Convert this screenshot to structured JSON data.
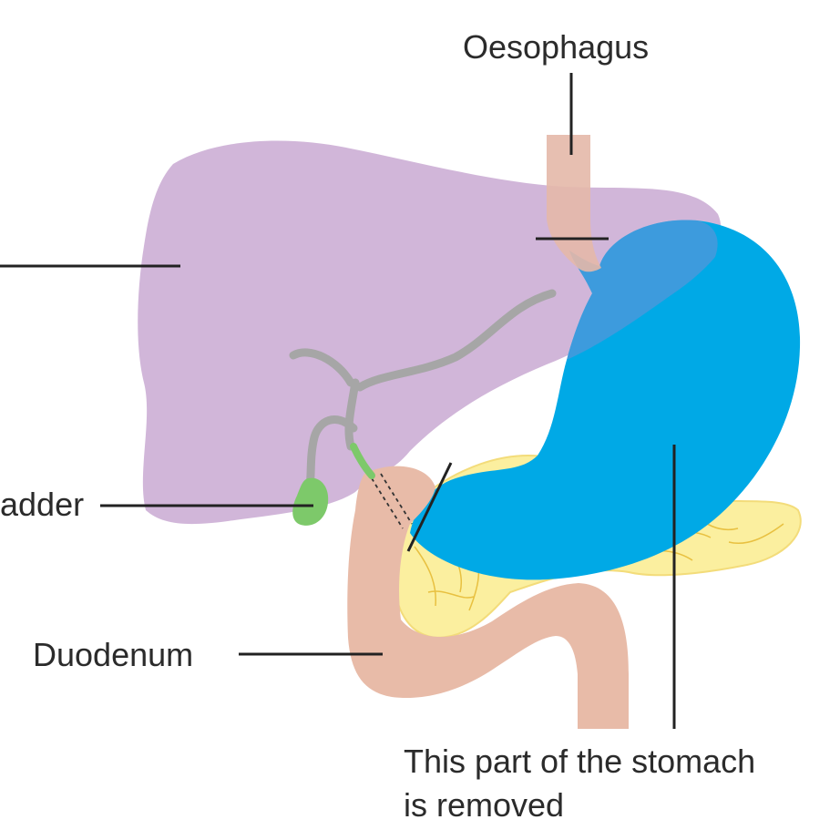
{
  "labels": {
    "oesophagus": "Oesophagus",
    "gallbladder_partial": "adder",
    "duodenum": "Duodenum",
    "removed_line1": "This part of the stomach",
    "removed_line2": "is removed"
  },
  "colors": {
    "liver": "#cdb0d6",
    "stomach": "#00a9e6",
    "oesophagus": "#e4b8a8",
    "duodenum": "#e8bba8",
    "pancreas": "#fbef9f",
    "gallbladder": "#7dc96a",
    "bile_duct": "#a6a6a6",
    "leader_line": "#222222",
    "text": "#2b2b2b"
  }
}
